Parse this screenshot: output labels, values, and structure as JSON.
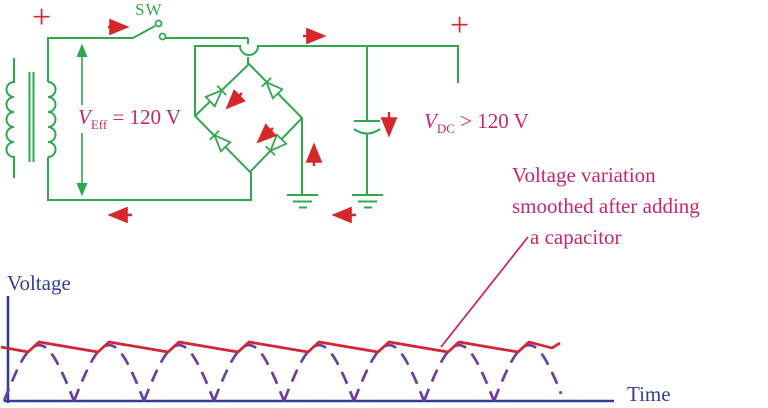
{
  "figure": {
    "circuit": {
      "sw_label": "SW",
      "plus": "+",
      "veff": {
        "var": "V",
        "sub": "Eff",
        "rest": " = 120 V"
      },
      "vdc": {
        "var": "V",
        "sub": "DC",
        "rest": " > 120 V"
      }
    },
    "annotation": {
      "lines": [
        "Voltage variation",
        "smoothed after adding",
        "a capacitor"
      ]
    }
  },
  "colors": {
    "green": "#2fa84f",
    "red": "#d62829",
    "magenta": "#c8286b",
    "blue": "#333f96",
    "purple": "#6a3fa0",
    "wave_red": "#d32535"
  },
  "chart_data": {
    "type": "line",
    "xlabel": "Time",
    "ylabel": "Voltage",
    "legend": "none",
    "series": [
      {
        "name": "full-wave rectified voltage (dashed)",
        "style": "dashed",
        "color_key": "purple"
      },
      {
        "name": "voltage smoothed by capacitor (solid)",
        "style": "solid",
        "color_key": "wave_red"
      }
    ],
    "waveform": {
      "x_start": 4,
      "period": 70,
      "num_humps": 8,
      "x_clip": 562,
      "baseline_y": 401,
      "peak_y": 345,
      "red_peak_y": 342,
      "red_trough_y": 352,
      "trough_offset": 11,
      "red_start": [
        1,
        347
      ],
      "red_end_x": 545,
      "red_tail": [
        [
          552,
          348
        ],
        [
          560,
          343
        ]
      ]
    },
    "axes": {
      "y_axis_x": 8,
      "y_top": 296,
      "x_axis_y": 401,
      "x_end": 614
    }
  }
}
